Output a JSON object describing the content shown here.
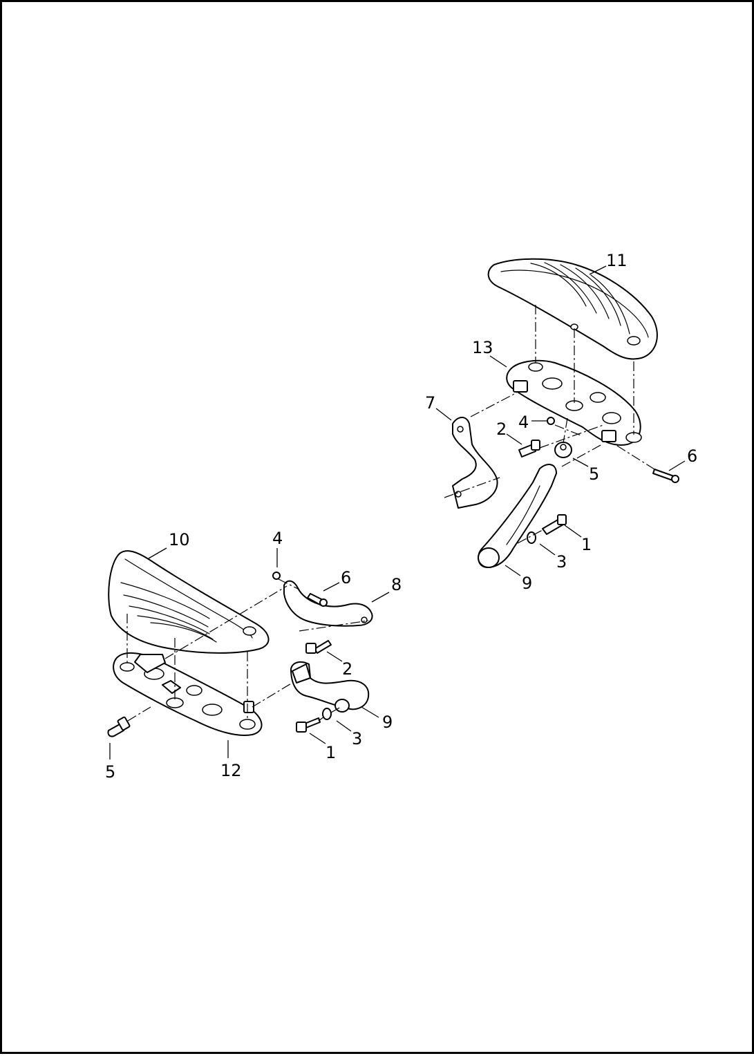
{
  "diagram": {
    "callouts": {
      "lower": {
        "c10": "10",
        "c4": "4",
        "c6": "6",
        "c8": "8",
        "c2": "2",
        "c9": "9",
        "c3": "3",
        "c1": "1",
        "c5": "5",
        "c12": "12"
      },
      "upper": {
        "c11": "11",
        "c13": "13",
        "c7": "7",
        "c2": "2",
        "c4": "4",
        "c5": "5",
        "c6": "6",
        "c1": "1",
        "c3": "3",
        "c9": "9"
      }
    }
  }
}
